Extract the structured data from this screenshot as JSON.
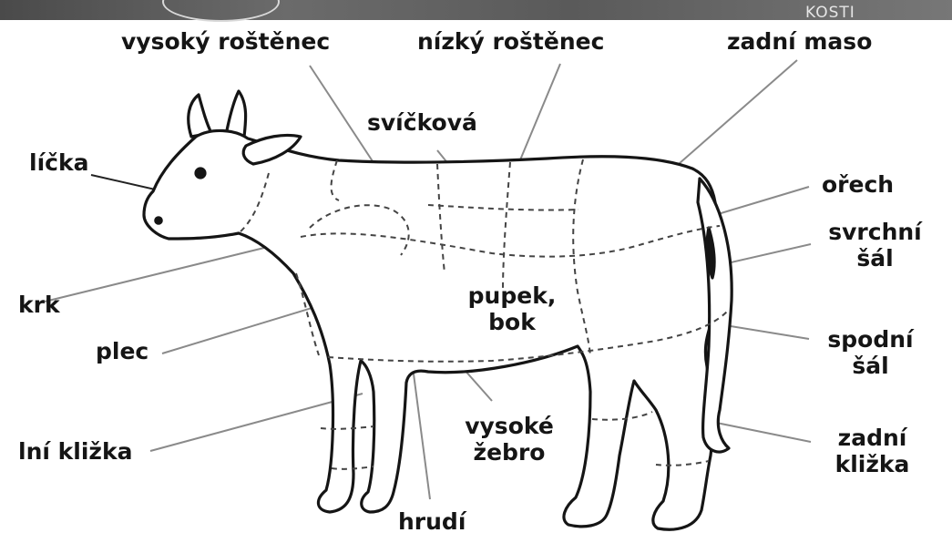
{
  "header": {
    "badge_text": "KOSTI"
  },
  "labels": {
    "vysoky_rostenec": "vysoký roštěnec",
    "nizky_rostenec": "nízký roštěnec",
    "zadni_maso": "zadní maso",
    "svickova": "svíčková",
    "licka": "líčka",
    "orech": "ořech",
    "svrchni_sal_1": "svrchní",
    "svrchni_sal_2": "šál",
    "krk": "krk",
    "pupek_bok_1": "pupek,",
    "pupek_bok_2": "bok",
    "plec": "plec",
    "spodni_sal_1": "spodní",
    "spodni_sal_2": "šál",
    "vysoke_zebro_1": "vysoké",
    "vysoke_zebro_2": "žebro",
    "predni_klizka": "lní kližka",
    "zadni_klizka_1": "zadní",
    "zadni_klizka_2": "kližka",
    "hrudi": "hrudí"
  },
  "colors": {
    "ink": "#151515",
    "leader": "#8a8a8a",
    "strip": "#5a5a5a"
  }
}
